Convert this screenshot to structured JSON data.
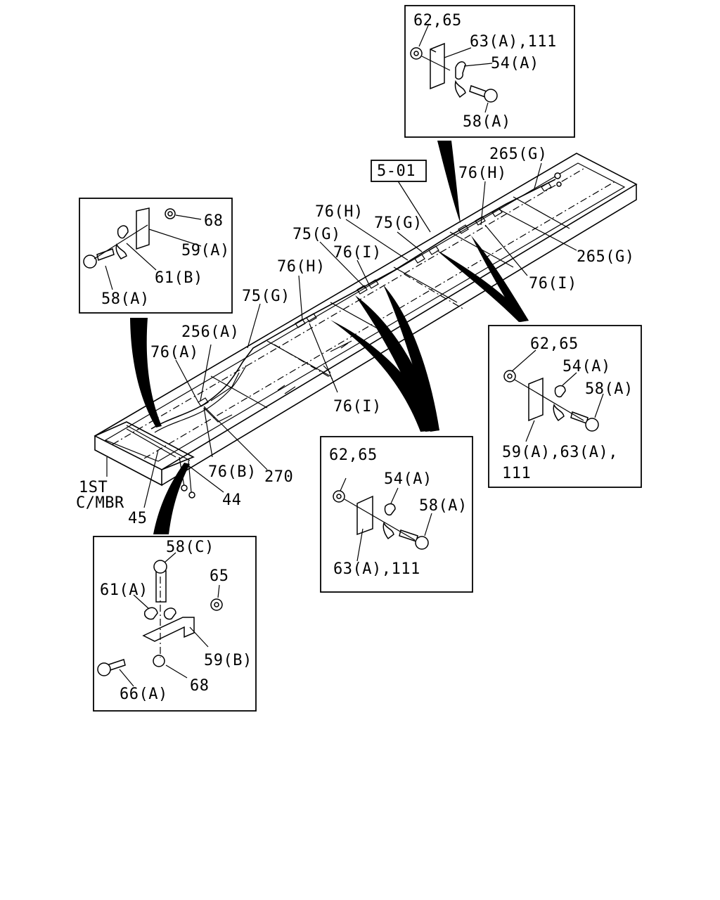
{
  "reference_box": "5-01",
  "member_note": [
    "1ST",
    "C/MBR"
  ],
  "detail_top": {
    "l1": "62,65",
    "l2": "63(A),111",
    "l3": "54(A)",
    "l4": "58(A)"
  },
  "detail_left": {
    "l1": "68",
    "l2": "59(A)",
    "l3": "61(B)",
    "l4": "58(A)"
  },
  "detail_right": {
    "l1": "62,65",
    "l2": "54(A)",
    "l3": "58(A)",
    "l4": "59(A),63(A),",
    "l5": "111"
  },
  "detail_mid": {
    "l1": "62,65",
    "l2": "54(A)",
    "l3": "58(A)",
    "l4": "63(A),111"
  },
  "detail_bottom": {
    "l1": "58(C)",
    "l2": "65",
    "l3": "61(A)",
    "l4": "59(B)",
    "l5": "66(A)",
    "l6": "68"
  },
  "callouts": {
    "c265g_top": "265(G)",
    "c76h_r": "76(H)",
    "c76h_a": "76(H)",
    "c75g_a": "75(G)",
    "c75g_b": "75(G)",
    "c76i_a": "76(I)",
    "c76h_b": "76(H)",
    "c75g_c": "75(G)",
    "c256a": "256(A)",
    "c76a": "76(A)",
    "c265g_r": "265(G)",
    "c76i_r": "76(I)",
    "c76i_b": "76(I)",
    "c76b": "76(B)",
    "c270": "270",
    "c44": "44",
    "c45": "45"
  }
}
